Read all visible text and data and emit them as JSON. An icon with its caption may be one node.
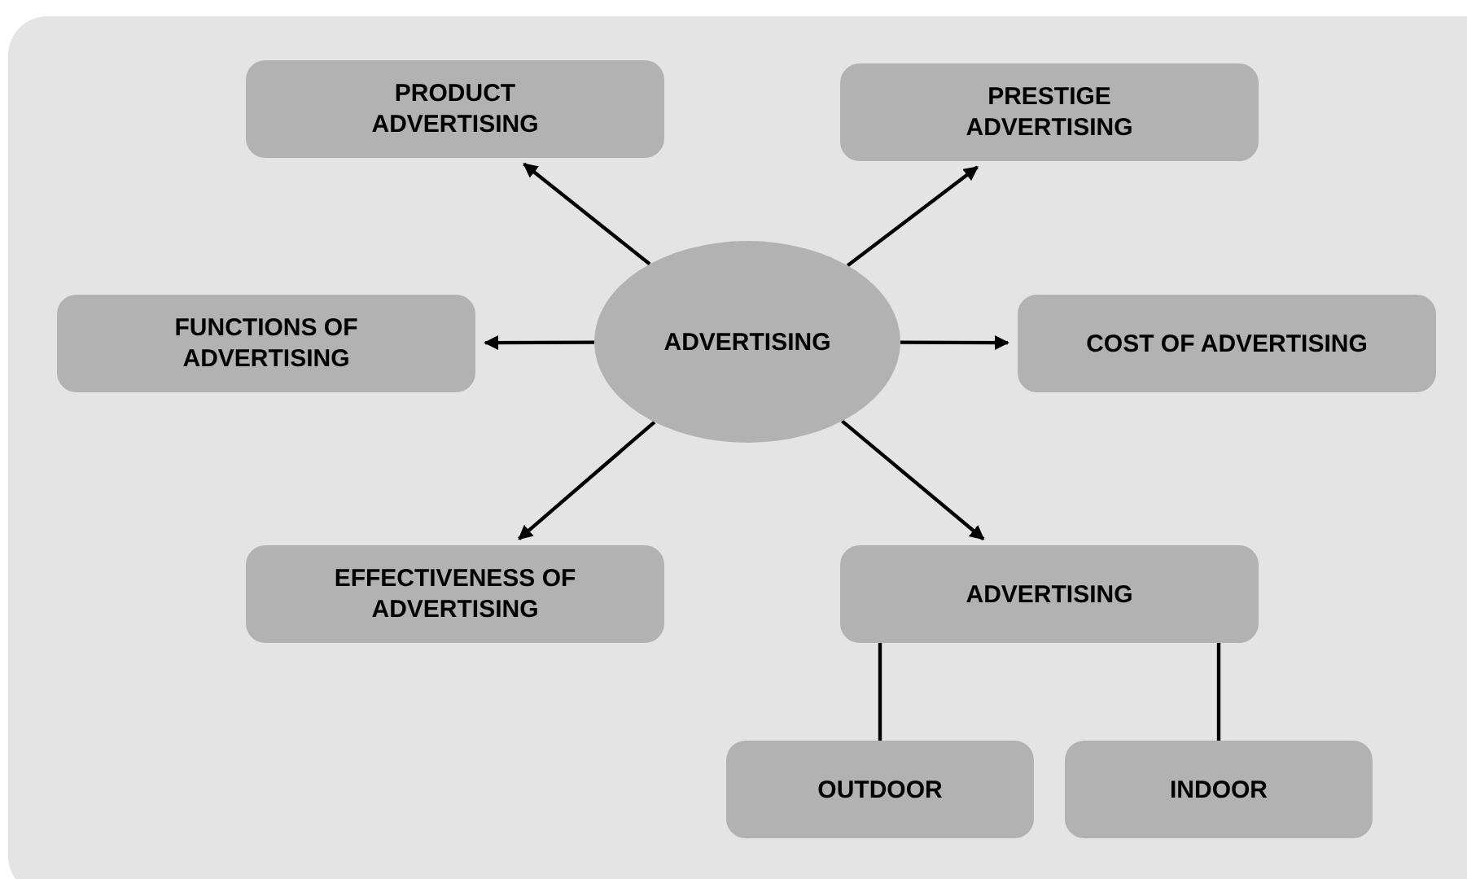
{
  "diagram": {
    "nodes": [
      {
        "text": [
          "PRODUCT ADVERTISING"
        ]
      },
      {
        "text": [
          "PRESTIGE ADVERTISING"
        ]
      },
      {
        "text": [
          "FUNCTIONS OF ADVERTISING"
        ]
      },
      {
        "text": [
          "ADVERTISING"
        ]
      },
      {
        "text": [
          "COST OF ADVERTISING"
        ]
      },
      {
        "text": [
          "EFFECTIVENESS OF ADVERTISING"
        ]
      },
      {
        "text": [
          "ADVERTISING"
        ]
      },
      {
        "text": [
          "OUTDOOR"
        ]
      },
      {
        "text": [
          "INDOOR"
        ]
      }
    ],
    "edges": [
      {
        "from": 3,
        "to": 0,
        "arrow": "to"
      },
      {
        "from": 3,
        "to": 1,
        "arrow": "to"
      },
      {
        "from": 3,
        "to": 2,
        "arrow": "to"
      },
      {
        "from": 3,
        "to": 4,
        "arrow": "to"
      },
      {
        "from": 3,
        "to": 5,
        "arrow": "to"
      },
      {
        "from": 3,
        "to": 6,
        "arrow": "to"
      },
      {
        "from": 6,
        "to": 7,
        "arrow": "none"
      },
      {
        "from": 6,
        "to": 8,
        "arrow": "none"
      }
    ]
  }
}
